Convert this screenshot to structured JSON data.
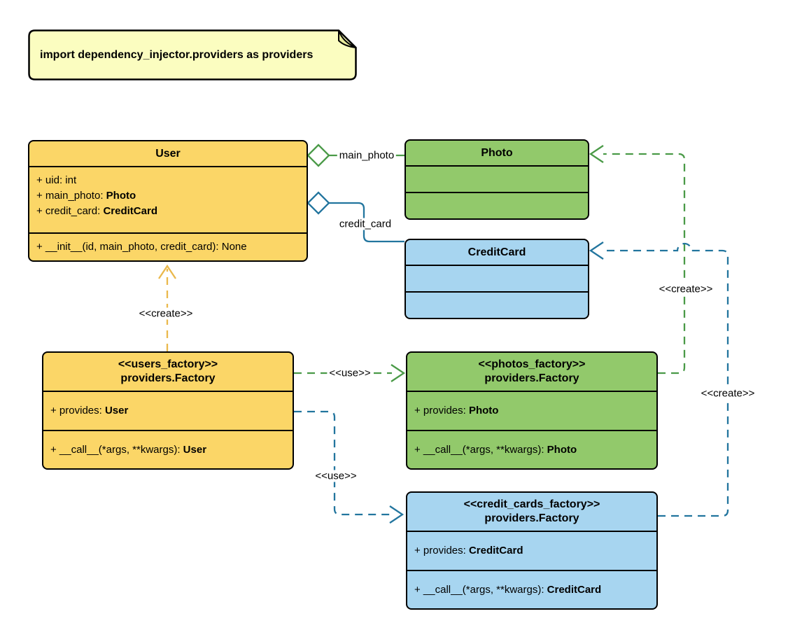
{
  "note": {
    "text": "import dependency_injector.providers as providers"
  },
  "classes": {
    "user": {
      "title": "User",
      "attributes": [
        {
          "text": "+ uid: int",
          "bold": ""
        },
        {
          "text": "+ main_photo: ",
          "bold": "Photo"
        },
        {
          "text": "+ credit_card: ",
          "bold": "CreditCard"
        }
      ],
      "methods": [
        {
          "text": "+ __init__(id, main_photo, credit_card): None",
          "bold": ""
        }
      ]
    },
    "photo": {
      "title": "Photo"
    },
    "credit_card": {
      "title": "CreditCard"
    },
    "users_factory": {
      "stereotype": "<<users_factory>>",
      "title": "providers.Factory",
      "attributes": [
        {
          "text": "+ provides: ",
          "bold": "User"
        }
      ],
      "methods": [
        {
          "text": "+ __call__(*args, **kwargs): ",
          "bold": "User"
        }
      ]
    },
    "photos_factory": {
      "stereotype": "<<photos_factory>>",
      "title": "providers.Factory",
      "attributes": [
        {
          "text": "+ provides: ",
          "bold": "Photo"
        }
      ],
      "methods": [
        {
          "text": "+ __call__(*args, **kwargs): ",
          "bold": "Photo"
        }
      ]
    },
    "credit_cards_factory": {
      "stereotype": "<<credit_cards_factory>>",
      "title": "providers.Factory",
      "attributes": [
        {
          "text": "+ provides: ",
          "bold": "CreditCard"
        }
      ],
      "methods": [
        {
          "text": "+ __call__(*args, **kwargs): ",
          "bold": "CreditCard"
        }
      ]
    }
  },
  "edges": [
    {
      "from": "User",
      "to": "Photo",
      "label": "main_photo",
      "type": "aggregation"
    },
    {
      "from": "User",
      "to": "CreditCard",
      "label": "credit_card",
      "type": "aggregation"
    },
    {
      "from": "users_factory",
      "to": "User",
      "label": "<<create>>",
      "type": "dashed-dependency"
    },
    {
      "from": "users_factory",
      "to": "photos_factory",
      "label": "<<use>>",
      "type": "dashed-dependency"
    },
    {
      "from": "users_factory",
      "to": "credit_cards_factory",
      "label": "<<use>>",
      "type": "dashed-dependency"
    },
    {
      "from": "photos_factory",
      "to": "Photo",
      "label": "<<create>>",
      "type": "dashed-dependency"
    },
    {
      "from": "credit_cards_factory",
      "to": "CreditCard",
      "label": "<<create>>",
      "type": "dashed-dependency"
    }
  ],
  "colors": {
    "yellow_fill": "#FBD667",
    "green_fill": "#92C96B",
    "blue_fill": "#A7D5F0",
    "note_fill": "#FBFDC0",
    "note_fold": "#E9EC9B",
    "green_line": "#4A9A47",
    "teal_line": "#22759E",
    "yellow_line": "#EAB84B",
    "border": "#000000"
  }
}
